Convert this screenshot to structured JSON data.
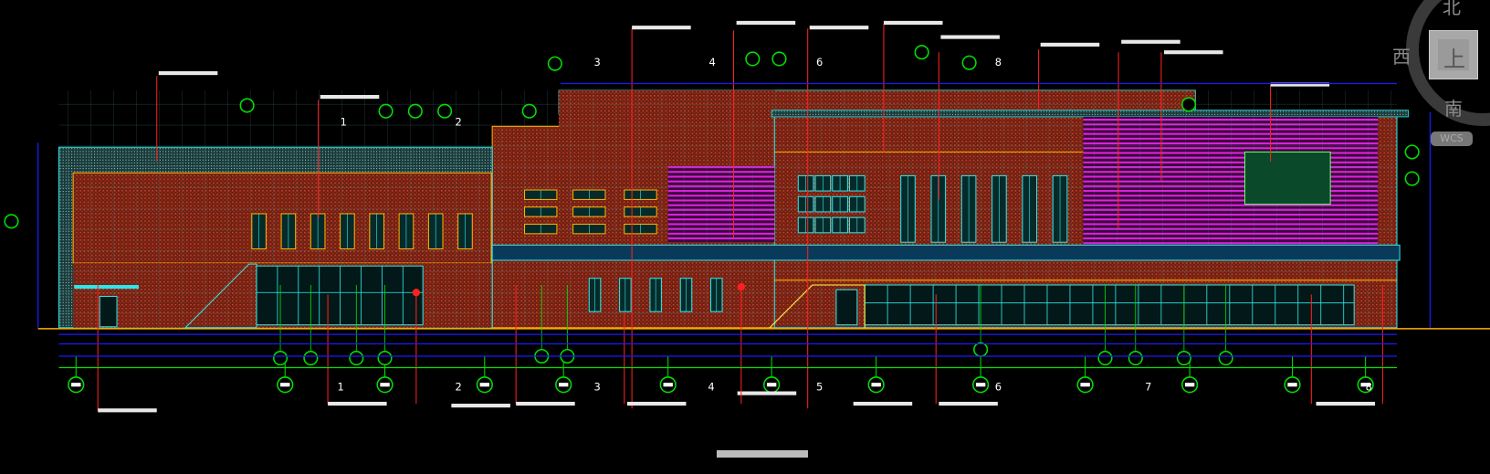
{
  "compass": {
    "north": "北",
    "west": "西",
    "south": "南",
    "top_view": "上",
    "ucs": "WCS"
  },
  "grid_axes": {
    "numbers": [
      "1",
      "2",
      "3",
      "4",
      "5",
      "6",
      "7",
      "8"
    ],
    "top_numbers": [
      "3",
      "4",
      "6",
      "8",
      "1",
      "2"
    ]
  },
  "colors": {
    "background": "#000000",
    "brick": "#7a2416",
    "brick_dot": "#c8452a",
    "glass": "#2ee6e6",
    "cladding": "#e020e0",
    "dimension": "#1a1aff",
    "annotation": "#00e000",
    "leader": "#ff2020",
    "outline": "#ffb000"
  }
}
